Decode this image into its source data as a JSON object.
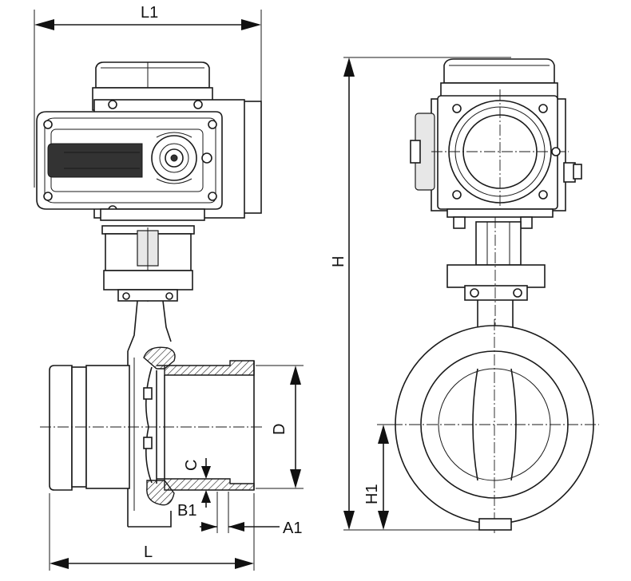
{
  "dimensions": {
    "L1": "L1",
    "L": "L",
    "D": "D",
    "C": "C",
    "B1": "B1",
    "A1": "A1",
    "H": "H",
    "H1": "H1"
  }
}
